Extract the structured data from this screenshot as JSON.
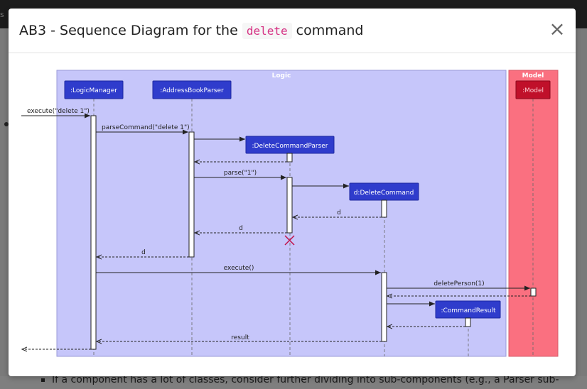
{
  "page": {
    "backdrop_text": "s",
    "bottom_text": "If a component has a lot of classes, consider further dividing into sub-components (e.g., a Parser sub-"
  },
  "modal": {
    "title_prefix": "AB3 - Sequence Diagram for the ",
    "title_code": "delete",
    "title_suffix": " command",
    "close_icon": "×"
  },
  "diagram": {
    "group_logic": "Logic",
    "group_model": "Model",
    "participants": {
      "logic_manager": ":LogicManager",
      "address_book_parser": ":AddressBookParser",
      "delete_command_parser": ":DeleteCommandParser",
      "delete_command": "d:DeleteCommand",
      "command_result": ":CommandResult",
      "model": ":Model"
    },
    "messages": {
      "m1": "execute(\"delete 1\")",
      "m2": "parseCommand(\"delete 1\")",
      "m3": "parse(\"1\")",
      "m4": "d",
      "m5": "d",
      "m6": "d",
      "m7": "execute()",
      "m8": "deletePerson(1)",
      "m9": "result"
    },
    "colors": {
      "logic_bg": "#c6c6fa",
      "model_bg": "#fa7080",
      "participant": "#2f3ccc",
      "model_participant": "#c0102a",
      "destroy": "#c0104a"
    }
  }
}
